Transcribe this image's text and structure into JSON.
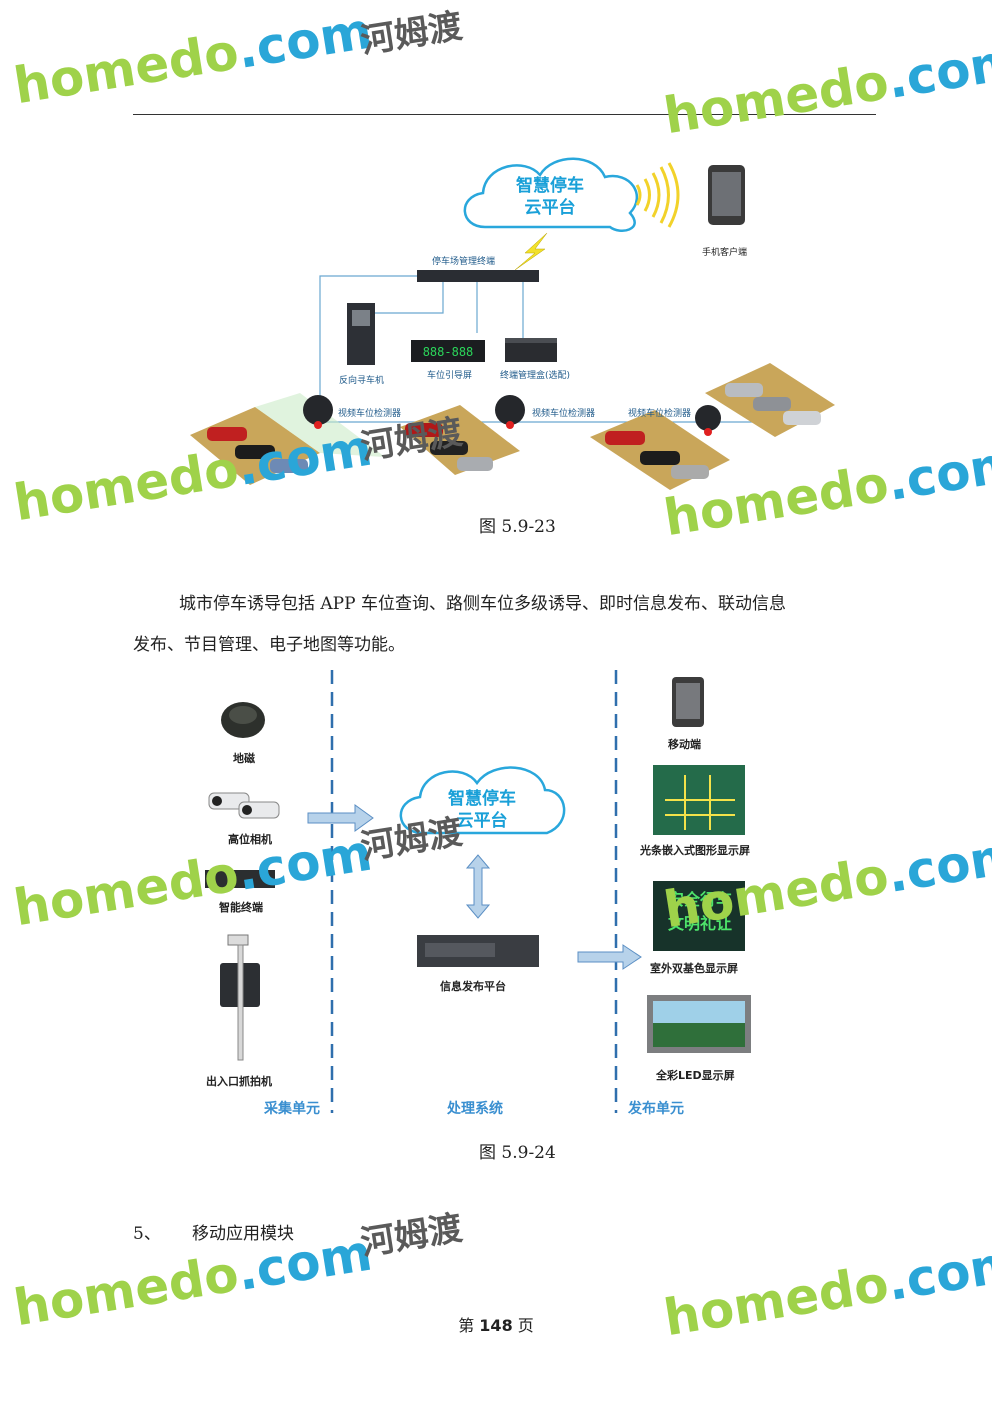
{
  "watermark": {
    "brand_left": "home",
    "brand_mid": "do",
    "brand_right": ".com",
    "cn": "河姆渡",
    "colors": {
      "green": "#9fd24a",
      "blue": "#2aa6d8"
    }
  },
  "figure1": {
    "cloud_title_line1": "智慧停车",
    "cloud_title_line2": "云平台",
    "mobile_label": "手机客户端",
    "manager_label": "停车场管理终端",
    "kiosk_label": "反向寻车机",
    "guide_screen_label": "车位引导屏",
    "guide_screen_digits": "888-888",
    "terminal_box_label": "终端管理盒(选配)",
    "detector_labels": [
      "视频车位检测器",
      "视频车位检测器",
      "视频车位检测器"
    ],
    "caption": "图 5.9-23"
  },
  "paragraph": {
    "line1": "城市停车诱导包括 APP 车位查询、路侧车位多级诱导、即时信息发布、联动信息",
    "line2": "发布、节目管理、电子地图等功能。"
  },
  "figure2": {
    "left_items": [
      "地磁",
      "高位相机",
      "智能终端",
      "出入口抓拍机"
    ],
    "cloud_title_line1": "智慧停车",
    "cloud_title_line2": "云平台",
    "server_label": "信息发布平台",
    "right_items": [
      "移动端",
      "光条嵌入式图形显示屏",
      "室外双基色显示屏",
      "全彩LED显示屏"
    ],
    "led_text_line1": "安全行车",
    "led_text_line2": "文明礼让",
    "units": [
      "采集单元",
      "处理系统",
      "发布单元"
    ],
    "caption": "图 5.9-24"
  },
  "section": {
    "number": "5、",
    "title": "移动应用模块"
  },
  "footer": {
    "prefix": "第",
    "page": "148",
    "suffix": "页"
  }
}
